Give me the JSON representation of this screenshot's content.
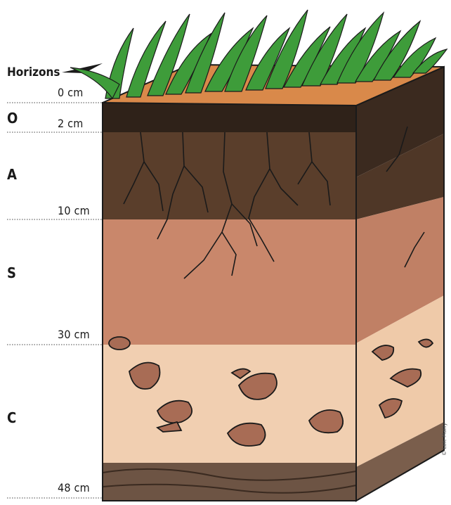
{
  "title": "Horizons",
  "depth_marks": [
    {
      "key": "d0",
      "label": "0 cm"
    },
    {
      "key": "d2",
      "label": "2 cm"
    },
    {
      "key": "d10",
      "label": "10 cm"
    },
    {
      "key": "d30",
      "label": "30 cm"
    },
    {
      "key": "d48",
      "label": "48 cm"
    }
  ],
  "horizons": [
    {
      "key": "O",
      "label": "O"
    },
    {
      "key": "A",
      "label": "A"
    },
    {
      "key": "S",
      "label": "S"
    },
    {
      "key": "C",
      "label": "C"
    }
  ],
  "credit": "© Loïc Mailly",
  "colors": {
    "grass": "#3e9c3a",
    "topsoil_O": "#2f2219",
    "horizon_A": "#5a3e2b",
    "horizon_S": "#c9876b",
    "horizon_C": "#f1cfb1",
    "bedrock": "#6d5444",
    "stones": "#a86c55",
    "surface": "#d9894a"
  }
}
